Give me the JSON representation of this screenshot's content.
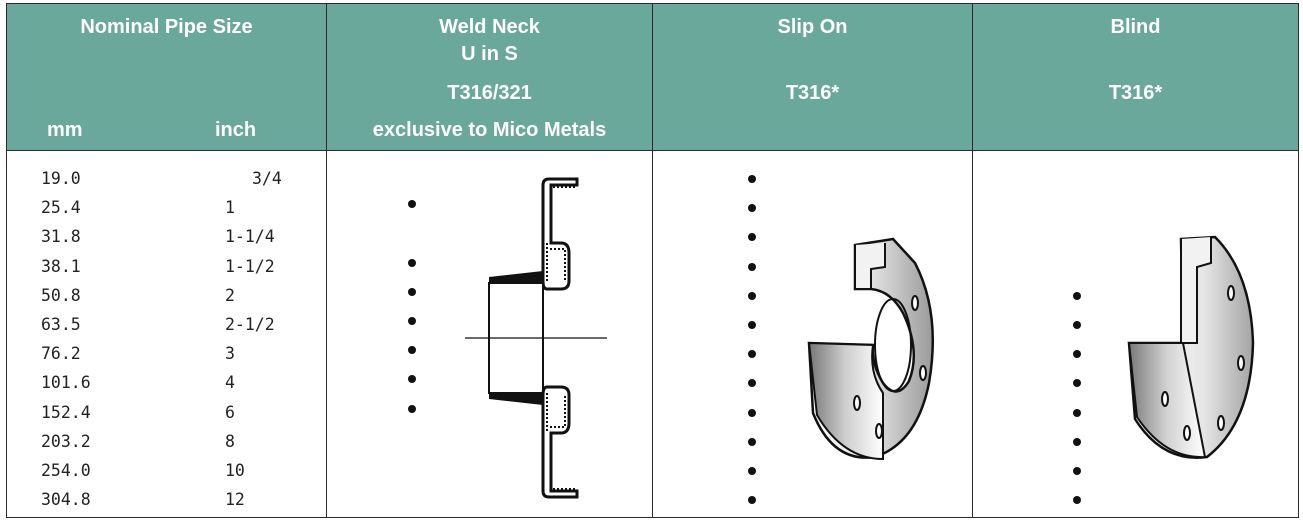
{
  "headers": {
    "size": {
      "title": "Nominal Pipe Size",
      "mm": "mm",
      "inch": "inch"
    },
    "weld": [
      "Weld Neck",
      "U in S",
      "T316/321",
      "exclusive to Mico Metals"
    ],
    "slip": [
      "Slip On",
      "T316*"
    ],
    "blind": [
      "Blind",
      "T316*"
    ]
  },
  "rows": [
    {
      "mm": "19.0",
      "inch": "3/4",
      "weld": false,
      "slip": true,
      "blind": false
    },
    {
      "mm": "25.4",
      "inch": "1",
      "weld": true,
      "slip": true,
      "blind": false
    },
    {
      "mm": "31.8",
      "inch": "1-1/4",
      "weld": false,
      "slip": true,
      "blind": false
    },
    {
      "mm": "38.1",
      "inch": "1-1/2",
      "weld": true,
      "slip": true,
      "blind": false
    },
    {
      "mm": "50.8",
      "inch": "2",
      "weld": true,
      "slip": true,
      "blind": true
    },
    {
      "mm": "63.5",
      "inch": "2-1/2",
      "weld": true,
      "slip": true,
      "blind": true
    },
    {
      "mm": "76.2",
      "inch": "3",
      "weld": true,
      "slip": true,
      "blind": true
    },
    {
      "mm": "101.6",
      "inch": "4",
      "weld": true,
      "slip": true,
      "blind": true
    },
    {
      "mm": "152.4",
      "inch": "6",
      "weld": true,
      "slip": true,
      "blind": true
    },
    {
      "mm": "203.2",
      "inch": "8",
      "weld": false,
      "slip": true,
      "blind": true
    },
    {
      "mm": "254.0",
      "inch": "10",
      "weld": false,
      "slip": true,
      "blind": true
    },
    {
      "mm": "304.8",
      "inch": "12",
      "weld": false,
      "slip": true,
      "blind": true
    }
  ],
  "colors": {
    "header_bg": "#6aa89c",
    "header_text": "#ffffff",
    "border": "#2a2a2a"
  },
  "icons": [
    "weld-neck-flange-cross-section-icon",
    "slip-on-flange-cutaway-icon",
    "blind-flange-cutaway-icon"
  ]
}
